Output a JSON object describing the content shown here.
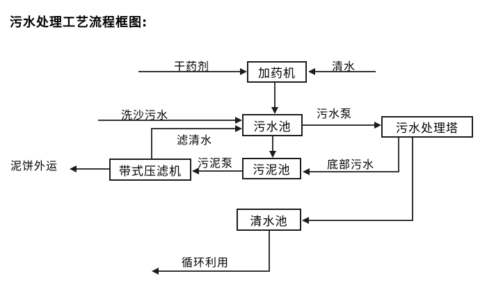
{
  "title": "污水处理工艺流程框图:",
  "colors": {
    "line": "#333333",
    "border": "#1c1c1c",
    "text": "#000000",
    "background": "#ffffff"
  },
  "nodes": {
    "dosing_machine": {
      "label": "加药机"
    },
    "sewage_pool": {
      "label": "污水池"
    },
    "treatment_tower": {
      "label": "污水处理塔"
    },
    "sludge_pool": {
      "label": "污泥池"
    },
    "belt_filter_press": {
      "label": "带式压滤机"
    },
    "clear_water_pool": {
      "label": "清水池"
    }
  },
  "edges": [
    {
      "from": null,
      "to": "dosing_machine",
      "label": "干药剂"
    },
    {
      "from": null,
      "to": "dosing_machine",
      "label": "清水"
    },
    {
      "from": "dosing_machine",
      "to": "sewage_pool",
      "label": ""
    },
    {
      "from": null,
      "to": "sewage_pool",
      "label": "洗沙污水"
    },
    {
      "from": "belt_filter_press",
      "to": "sewage_pool",
      "label": "滤清水"
    },
    {
      "from": "sewage_pool",
      "to": "treatment_tower",
      "label": "污水泵"
    },
    {
      "from": "sewage_pool",
      "to": "sludge_pool",
      "label": ""
    },
    {
      "from": "treatment_tower",
      "to": "sludge_pool",
      "label": "底部污水"
    },
    {
      "from": "sludge_pool",
      "to": "belt_filter_press",
      "label": "污泥泵"
    },
    {
      "from": "belt_filter_press",
      "to": null,
      "label": "泥饼外运"
    },
    {
      "from": "treatment_tower",
      "to": "clear_water_pool",
      "label": ""
    },
    {
      "from": "clear_water_pool",
      "to": null,
      "label": "循环利用"
    }
  ]
}
